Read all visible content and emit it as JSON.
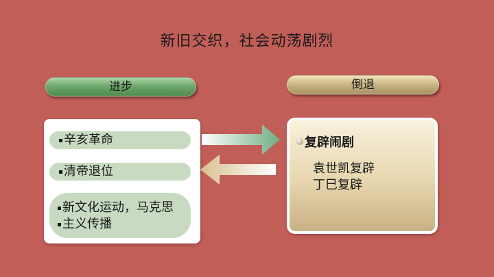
{
  "title": "新旧交织，社会动荡剧烈",
  "progress": {
    "label": "进步",
    "items": [
      "辛亥革命",
      "清帝退位",
      "新文化运动，马克思",
      "主义传播"
    ]
  },
  "regress": {
    "label": "倒退",
    "heading": "复辟闹剧",
    "items": [
      "袁世凯复辟",
      "丁巳复辟"
    ]
  },
  "colors": {
    "background": "#c25e58",
    "progress_accent": "#6fa86d",
    "regress_accent": "#c9b486"
  }
}
